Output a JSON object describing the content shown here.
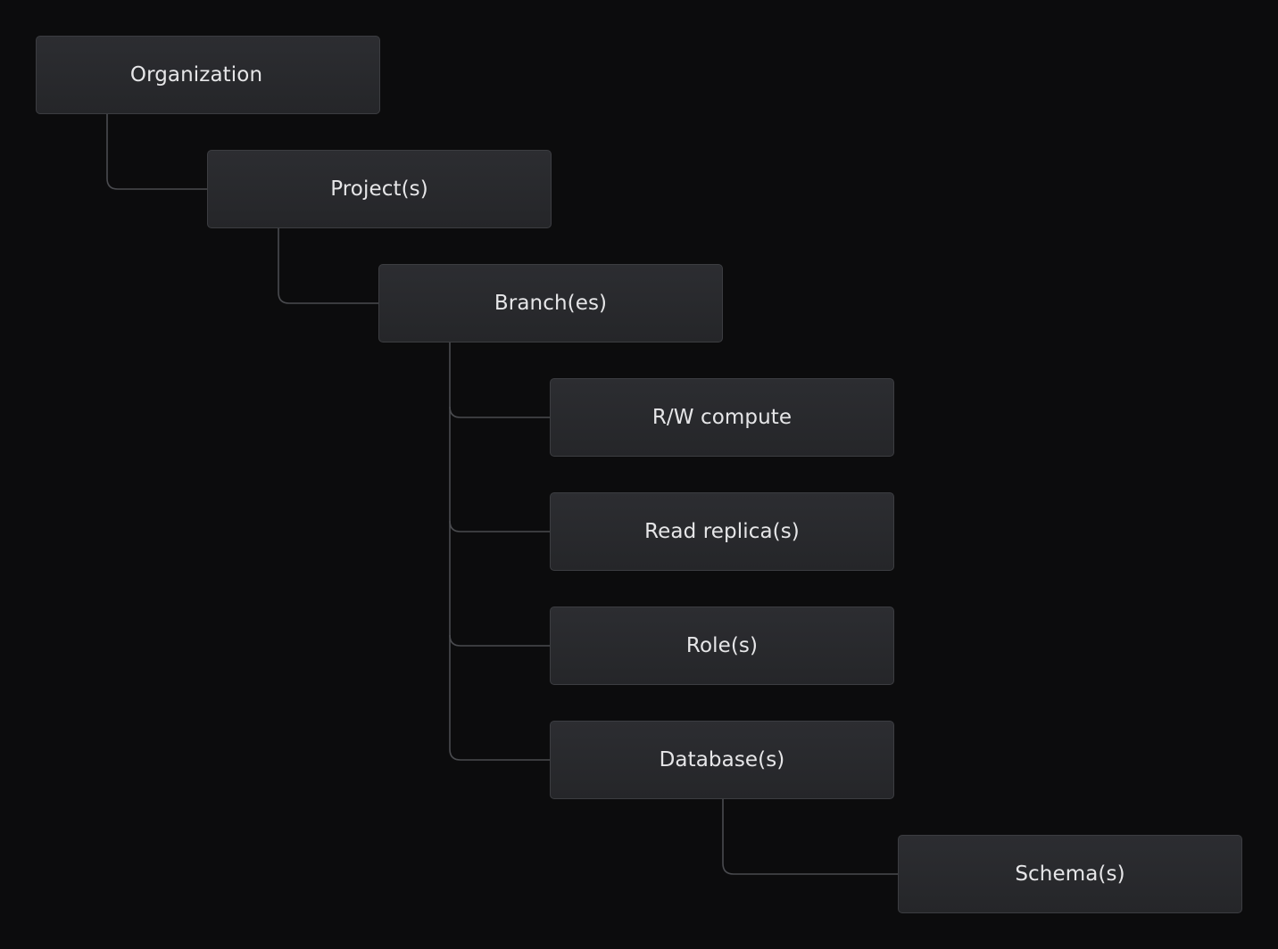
{
  "diagram": {
    "nodes": [
      {
        "id": "organization",
        "label": "Organization"
      },
      {
        "id": "projects",
        "label": "Project(s)"
      },
      {
        "id": "branches",
        "label": "Branch(es)"
      },
      {
        "id": "rw-compute",
        "label": "R/W compute"
      },
      {
        "id": "read-replicas",
        "label": "Read replica(s)"
      },
      {
        "id": "roles",
        "label": "Role(s)"
      },
      {
        "id": "databases",
        "label": "Database(s)"
      },
      {
        "id": "schemas",
        "label": "Schema(s)"
      }
    ],
    "edges": [
      {
        "from": "organization",
        "to": "projects"
      },
      {
        "from": "projects",
        "to": "branches"
      },
      {
        "from": "branches",
        "to": "rw-compute"
      },
      {
        "from": "branches",
        "to": "read-replicas"
      },
      {
        "from": "branches",
        "to": "roles"
      },
      {
        "from": "branches",
        "to": "databases"
      },
      {
        "from": "databases",
        "to": "schemas"
      }
    ],
    "colors": {
      "background": "#0c0c0d",
      "node_fill": "#2a2b2f",
      "node_border": "#3c3d41",
      "connector": "#4a4b4f",
      "text": "#e6e6e8"
    }
  }
}
